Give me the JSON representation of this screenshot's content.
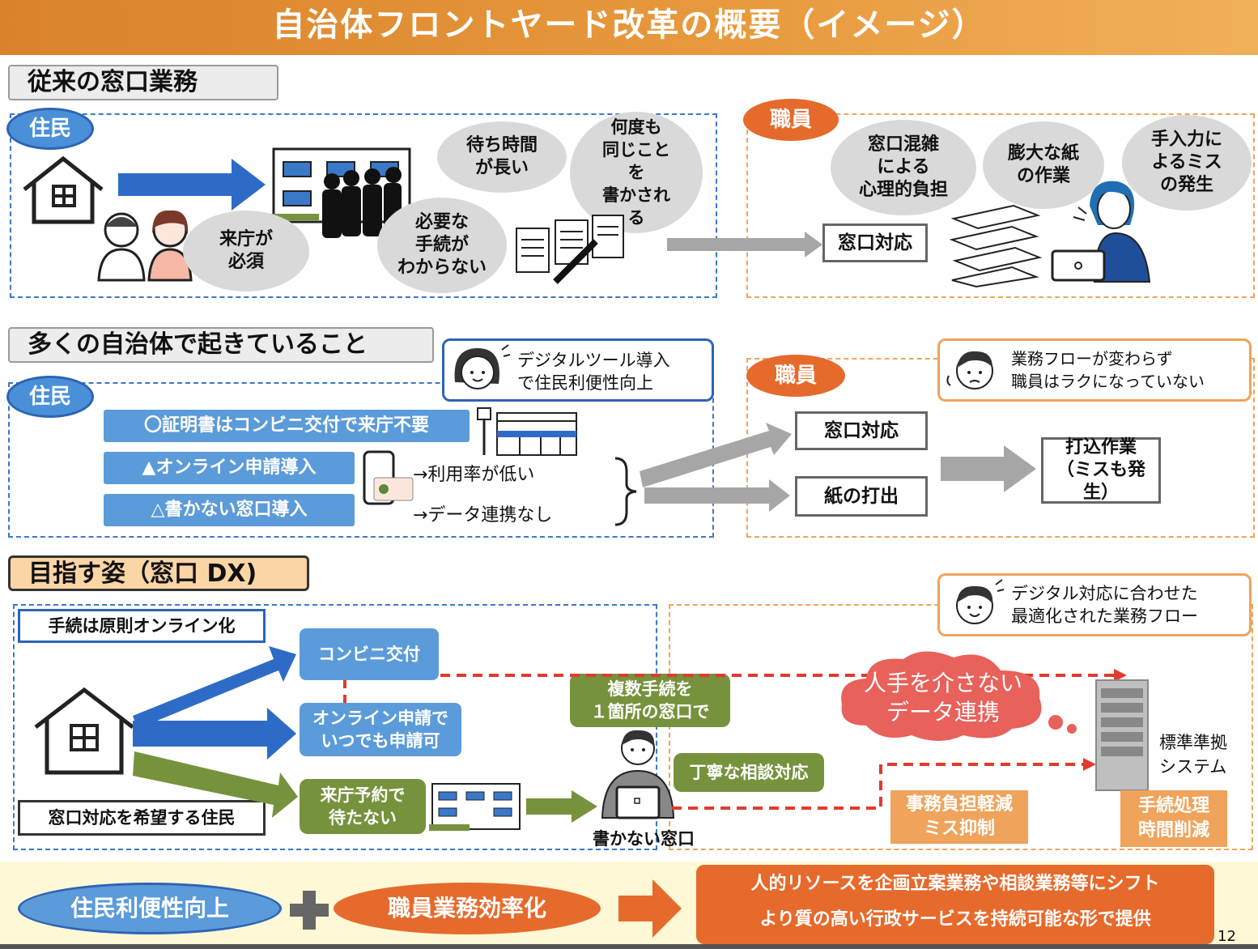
{
  "title": "自治体フロントヤード改革の概要（イメージ）",
  "page_number": "12",
  "section1": {
    "label": "従来の窓口業務",
    "resident_tag": "住民",
    "staff_tag": "職員",
    "bubbles": {
      "wait": "待ち時間\nが長い",
      "repeat": "何度も\n同じこと\nを\n書かされ\nる",
      "visit": "来庁が\n必須",
      "unknown": "必要な\n手続が\nわからない",
      "stress": "窓口混雑\nによる\n心理的負担",
      "paper": "膨大な紙\nの作業",
      "error": "手入力に\nよるミス\nの発生"
    },
    "counter_box": "窓口対応"
  },
  "section2": {
    "label": "多くの自治体で起きていること",
    "resident_tag": "住民",
    "staff_tag": "職員",
    "resident_note": "デジタルツール導入\nで住民利便性向上",
    "staff_note": "業務フローが変わらず\n職員はラクになっていない",
    "items": [
      "〇証明書はコンビニ交付で来庁不要",
      "▲オンライン申請導入",
      "△書かない窓口導入"
    ],
    "results": [
      "→利用率が低い",
      "→データ連携なし"
    ],
    "box_counter": "窓口対応",
    "box_print": "紙の打出",
    "box_input": "打込作業\n（ミスも発\n生）"
  },
  "section3": {
    "label": "目指す姿（窓口 DX)",
    "online_label": "手続は原則オンライン化",
    "counter_wish": "窓口対応を希望する住民",
    "convenience": "コンビニ交付",
    "online_apply": "オンライン申請で\nいつでも申請可",
    "reservation": "来庁予約で\n待たない",
    "multi": "複数手続を\n１箇所の窓口で",
    "consult": "丁寧な相談対応",
    "nowrite": "書かない窓口",
    "cloud": "人手を介さない\nデータ連携",
    "system": "標準準拠\nシステム",
    "burden": "事務負担軽減\nミス抑制",
    "time": "手続処理\n時間削減",
    "staff_note": "デジタル対応に合わせた\n最適化された業務フロー"
  },
  "footer": {
    "convenience": "住民利便性向上",
    "efficiency": "職員業務効率化",
    "result_line1": "人的リソースを企画立案業務や相談業務等にシフト",
    "result_line2": "より質の高い行政サービスを持続可能な形で提供"
  }
}
